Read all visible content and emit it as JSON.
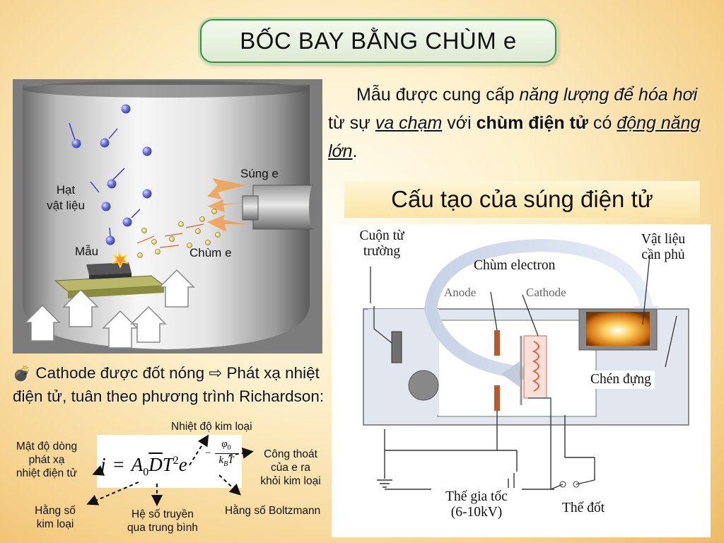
{
  "title": "BỐC BAY BẰNG CHÙM e",
  "intro": {
    "p1": "Mẫu được cung cấp ",
    "p2": "năng lượng để hóa hơi",
    "p3": " từ sự ",
    "p4": "va chạm",
    "p5": " với ",
    "p6": "chùm điện tử",
    "p7": " có ",
    "p8": "động năng lớn",
    "p9": "."
  },
  "subheading": "Cấu tạo của súng điện tử",
  "chamber": {
    "particle_label_1": "Hạt",
    "particle_label_2": "vật liệu",
    "gun_label": "Súng e",
    "sample_label": "Mẫu",
    "beam_label": "Chùm e"
  },
  "bullet": {
    "icon": "bomb-icon",
    "text_1": "Cathode được đốt nóng",
    "arrow": "⇨",
    "text_2": " Phát xạ nhiệt điện tử, tuân theo phương trình Richardson:"
  },
  "equation": {
    "lhs": "j",
    "eq": "=",
    "a": "A",
    "a_sub": "0",
    "d": "D",
    "t": "T",
    "t_exp": "2",
    "e": "e",
    "exp_minus": "−",
    "exp_num": "φ",
    "exp_num_sub": "0",
    "exp_den_k": "k",
    "exp_den_sub": "B",
    "exp_den_t": "T",
    "labels": {
      "current_density_1": "Mật độ dòng",
      "current_density_2": "phát xạ",
      "current_density_3": "nhiệt điện tử",
      "metal_temp": "Nhiệt độ kim loại",
      "work_function_1": "Công thoát",
      "work_function_2": "của e ra",
      "work_function_3": "khỏi kim loại",
      "metal_const_1": "Hằng số",
      "metal_const_2": "kim loại",
      "transmission_1": "Hệ số truyền",
      "transmission_2": "qua trung bình",
      "boltzmann": "Hằng số Boltzmann"
    }
  },
  "gun_diagram": {
    "coil_1": "Cuộn từ",
    "coil_2": "trường",
    "beam": "Chùm electron",
    "material_1": "Vật liệu",
    "material_2": "cần phủ",
    "anode": "Anode",
    "cathode": "Cathode",
    "crucible": "Chén đựng",
    "accel_1": "Thế gia tốc",
    "accel_2": "(6-10kV)",
    "heater": "Thế đốt"
  },
  "colors": {
    "title_border": "#3d8a45",
    "particle": "#6a6ad8",
    "beam_dot": "#e8e060",
    "arrow_orange": "#f0a050",
    "cathode_coil": "#e06048",
    "anode_plate": "#b85a30"
  }
}
